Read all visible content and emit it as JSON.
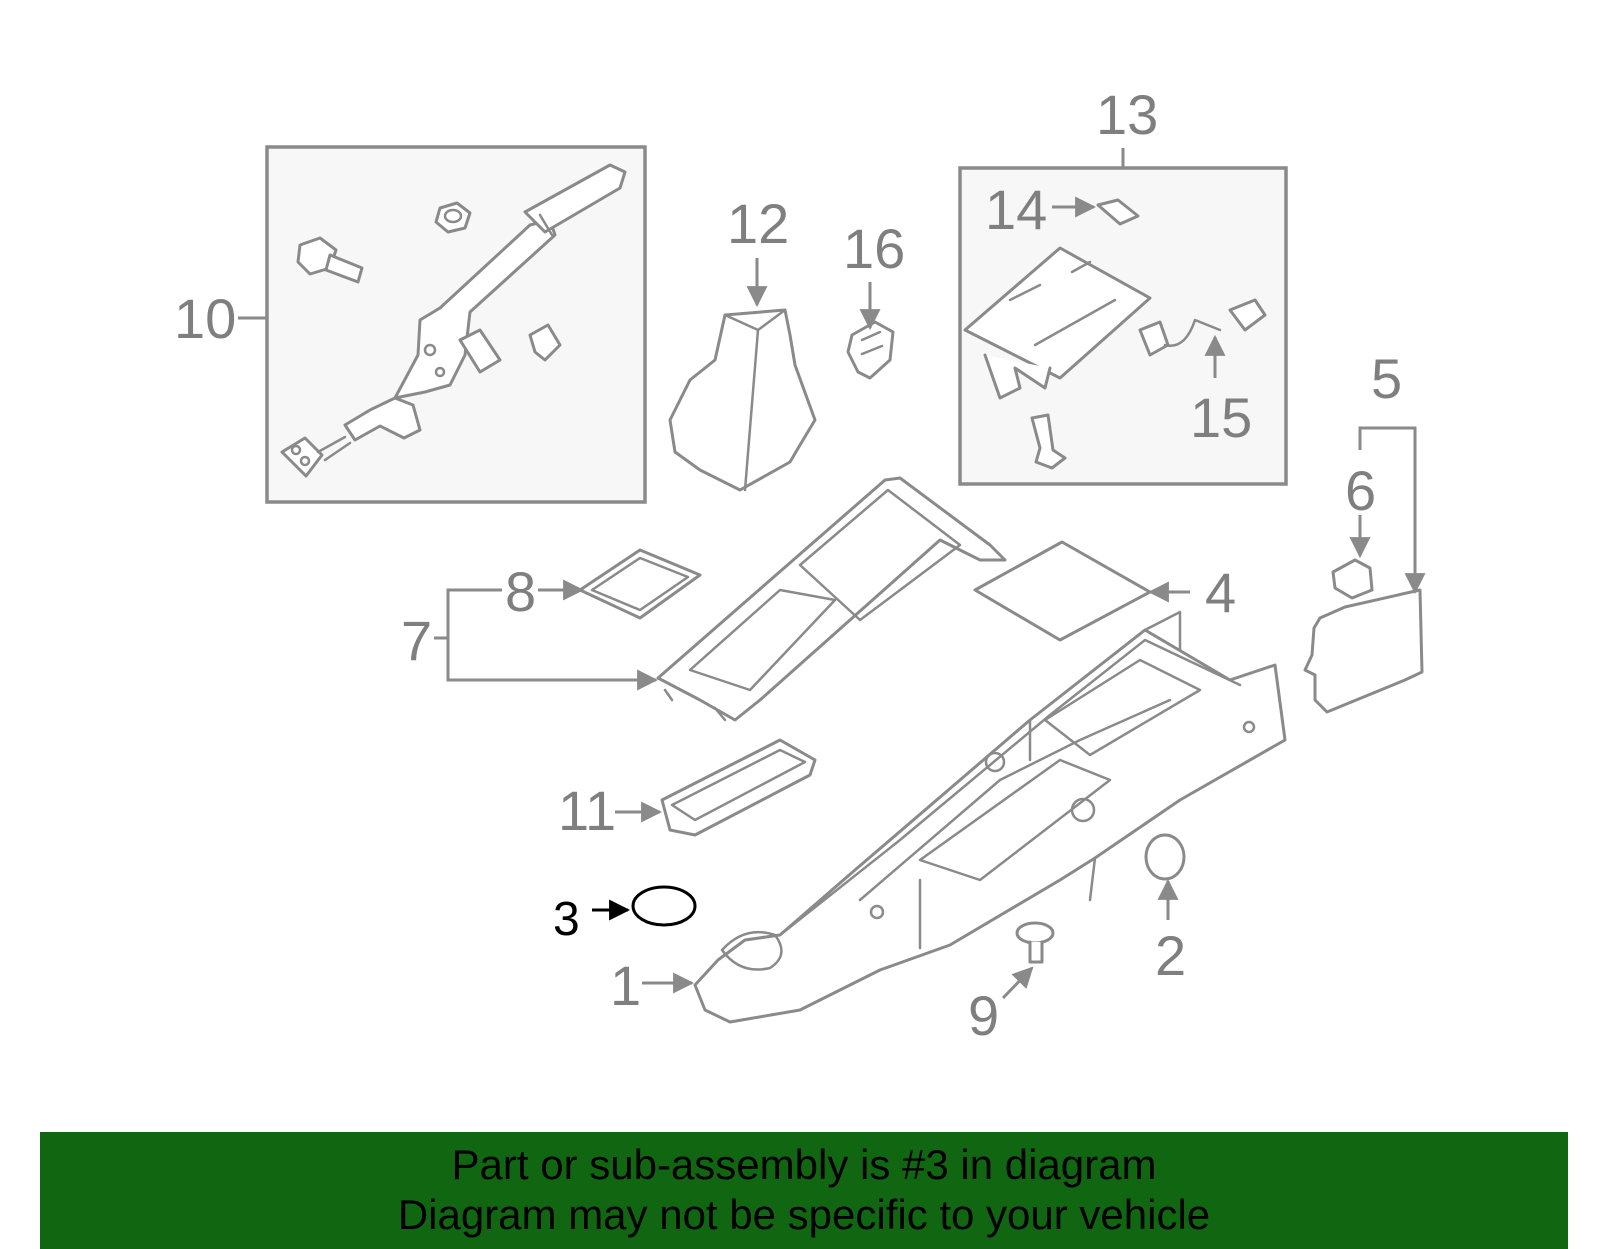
{
  "callouts": {
    "c1": "1",
    "c2": "2",
    "c3": "3",
    "c4": "4",
    "c5": "5",
    "c6": "6",
    "c7": "7",
    "c8": "8",
    "c9": "9",
    "c10": "10",
    "c11": "11",
    "c12": "12",
    "c13": "13",
    "c14": "14",
    "c15": "15",
    "c16": "16"
  },
  "highlight": {
    "part": "3",
    "color": "#000000"
  },
  "colors": {
    "line": "#8a8a8a",
    "banner": "#116611"
  },
  "banner": {
    "line1": "Part or sub-assembly is #3 in diagram",
    "line2": "Diagram may not be specific to your vehicle"
  }
}
